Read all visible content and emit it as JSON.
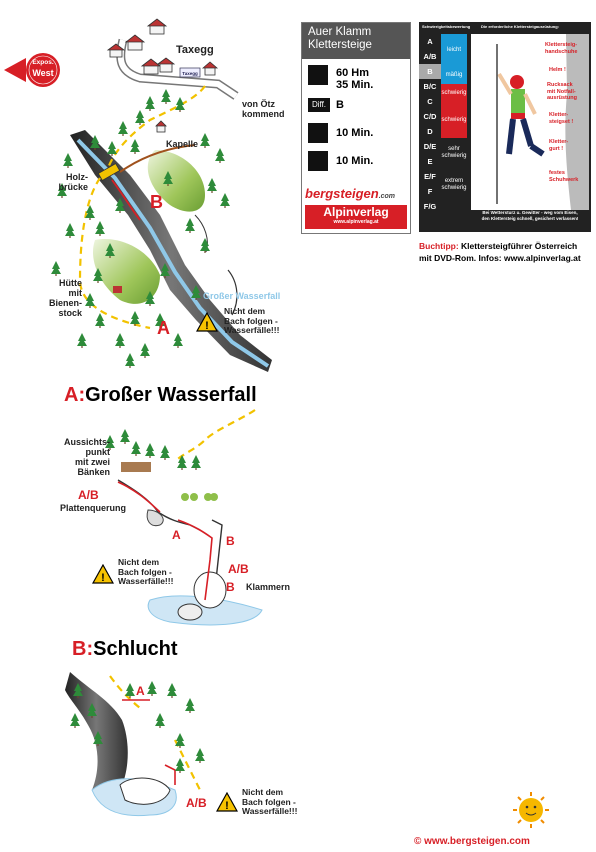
{
  "compass": {
    "line1": "Expos.",
    "line2": "West",
    "color": "#d71f26"
  },
  "places": {
    "taxegg": "Taxegg",
    "sign": "Taxegg",
    "von_oetz": "von Ötz\nkommend",
    "kapelle": "Kapelle",
    "holzbruecke": "Holz-\nbrücke",
    "huette": "Hütte\nmit\nBienen-\nstock",
    "wasserfall": "Großer Wasserfall"
  },
  "routes": {
    "a": "A",
    "b": "B",
    "ab": "A/B"
  },
  "warnings": {
    "map": "Nicht dem\nBach folgen -\nWasserfälle!!!",
    "section_a": "Nicht dem\nBach folgen -\nWasserfälle!!!",
    "section_b": "Nicht dem\nBach folgen -\nWasserfälle!!!"
  },
  "info": {
    "title": "Auer Klamm\nKlettersteige",
    "ascent": "60 Hm\n35 Min.",
    "diff_label": "Diff.",
    "difficulty": "B",
    "time1": "10 Min.",
    "time2": "10 Min."
  },
  "logos": {
    "bergsteigen": "bergsteigen",
    "com": ".com",
    "alpinverlag": "Alpinverlag",
    "alpin_url": "www.alpinverlag.at"
  },
  "scale": {
    "header_left": "Schwierigkeitsbewertung",
    "header_right": "Die erforderliche Klettersteigausrüstung:",
    "grades": [
      "A",
      "A/B",
      "B",
      "B/C",
      "C",
      "C/D",
      "D",
      "D/E",
      "E",
      "E/F",
      "F",
      "F/G"
    ],
    "groups": [
      "leicht",
      "mäßig",
      "schwierig",
      "schwierig",
      "sehr\nschwierig",
      "extrem\nschwierig"
    ],
    "gear": [
      "Klettersteig-\nhandschuhe",
      "Helm !",
      "Rucksack\nmit Notfall-\nausrüstung",
      "Kletter-\nsteigset !",
      "Kletter-\ngurt !",
      "festes\nSchuhwerk"
    ],
    "footer_note": "Bei Wettersturz u. Gewitter - weg vom Eisen,\nden Klettersteig schnell, gesichert verlassen!",
    "active_grade": "B",
    "colors": {
      "leicht": "#1a9ad6",
      "maessig": "#1a9ad6",
      "schwierig": "#d71f26",
      "extrem": "#111111"
    }
  },
  "buchtipp": {
    "label": "Buchtipp:",
    "text": "Klettersteigführer Österreich\nmit DVD-Rom. Infos: www.alpinverlag.at"
  },
  "section_a": {
    "heading_letter": "A:",
    "heading_text": "Großer Wasserfall",
    "aussicht": "Aussichts-\npunkt\nmit zwei\nBänken",
    "platten": "Plattenquerung",
    "klammern": "Klammern"
  },
  "section_b": {
    "heading_letter": "B:",
    "heading_text": "Schlucht"
  },
  "footer": {
    "copyright": "©  www.bergsteigen.com"
  },
  "colors": {
    "trail": "#f2c200",
    "route": "#d71f26",
    "water": "#8fc8e8",
    "rock": "#444444",
    "meadow": "#8fbf4a",
    "tree": "#2e8b3a"
  }
}
